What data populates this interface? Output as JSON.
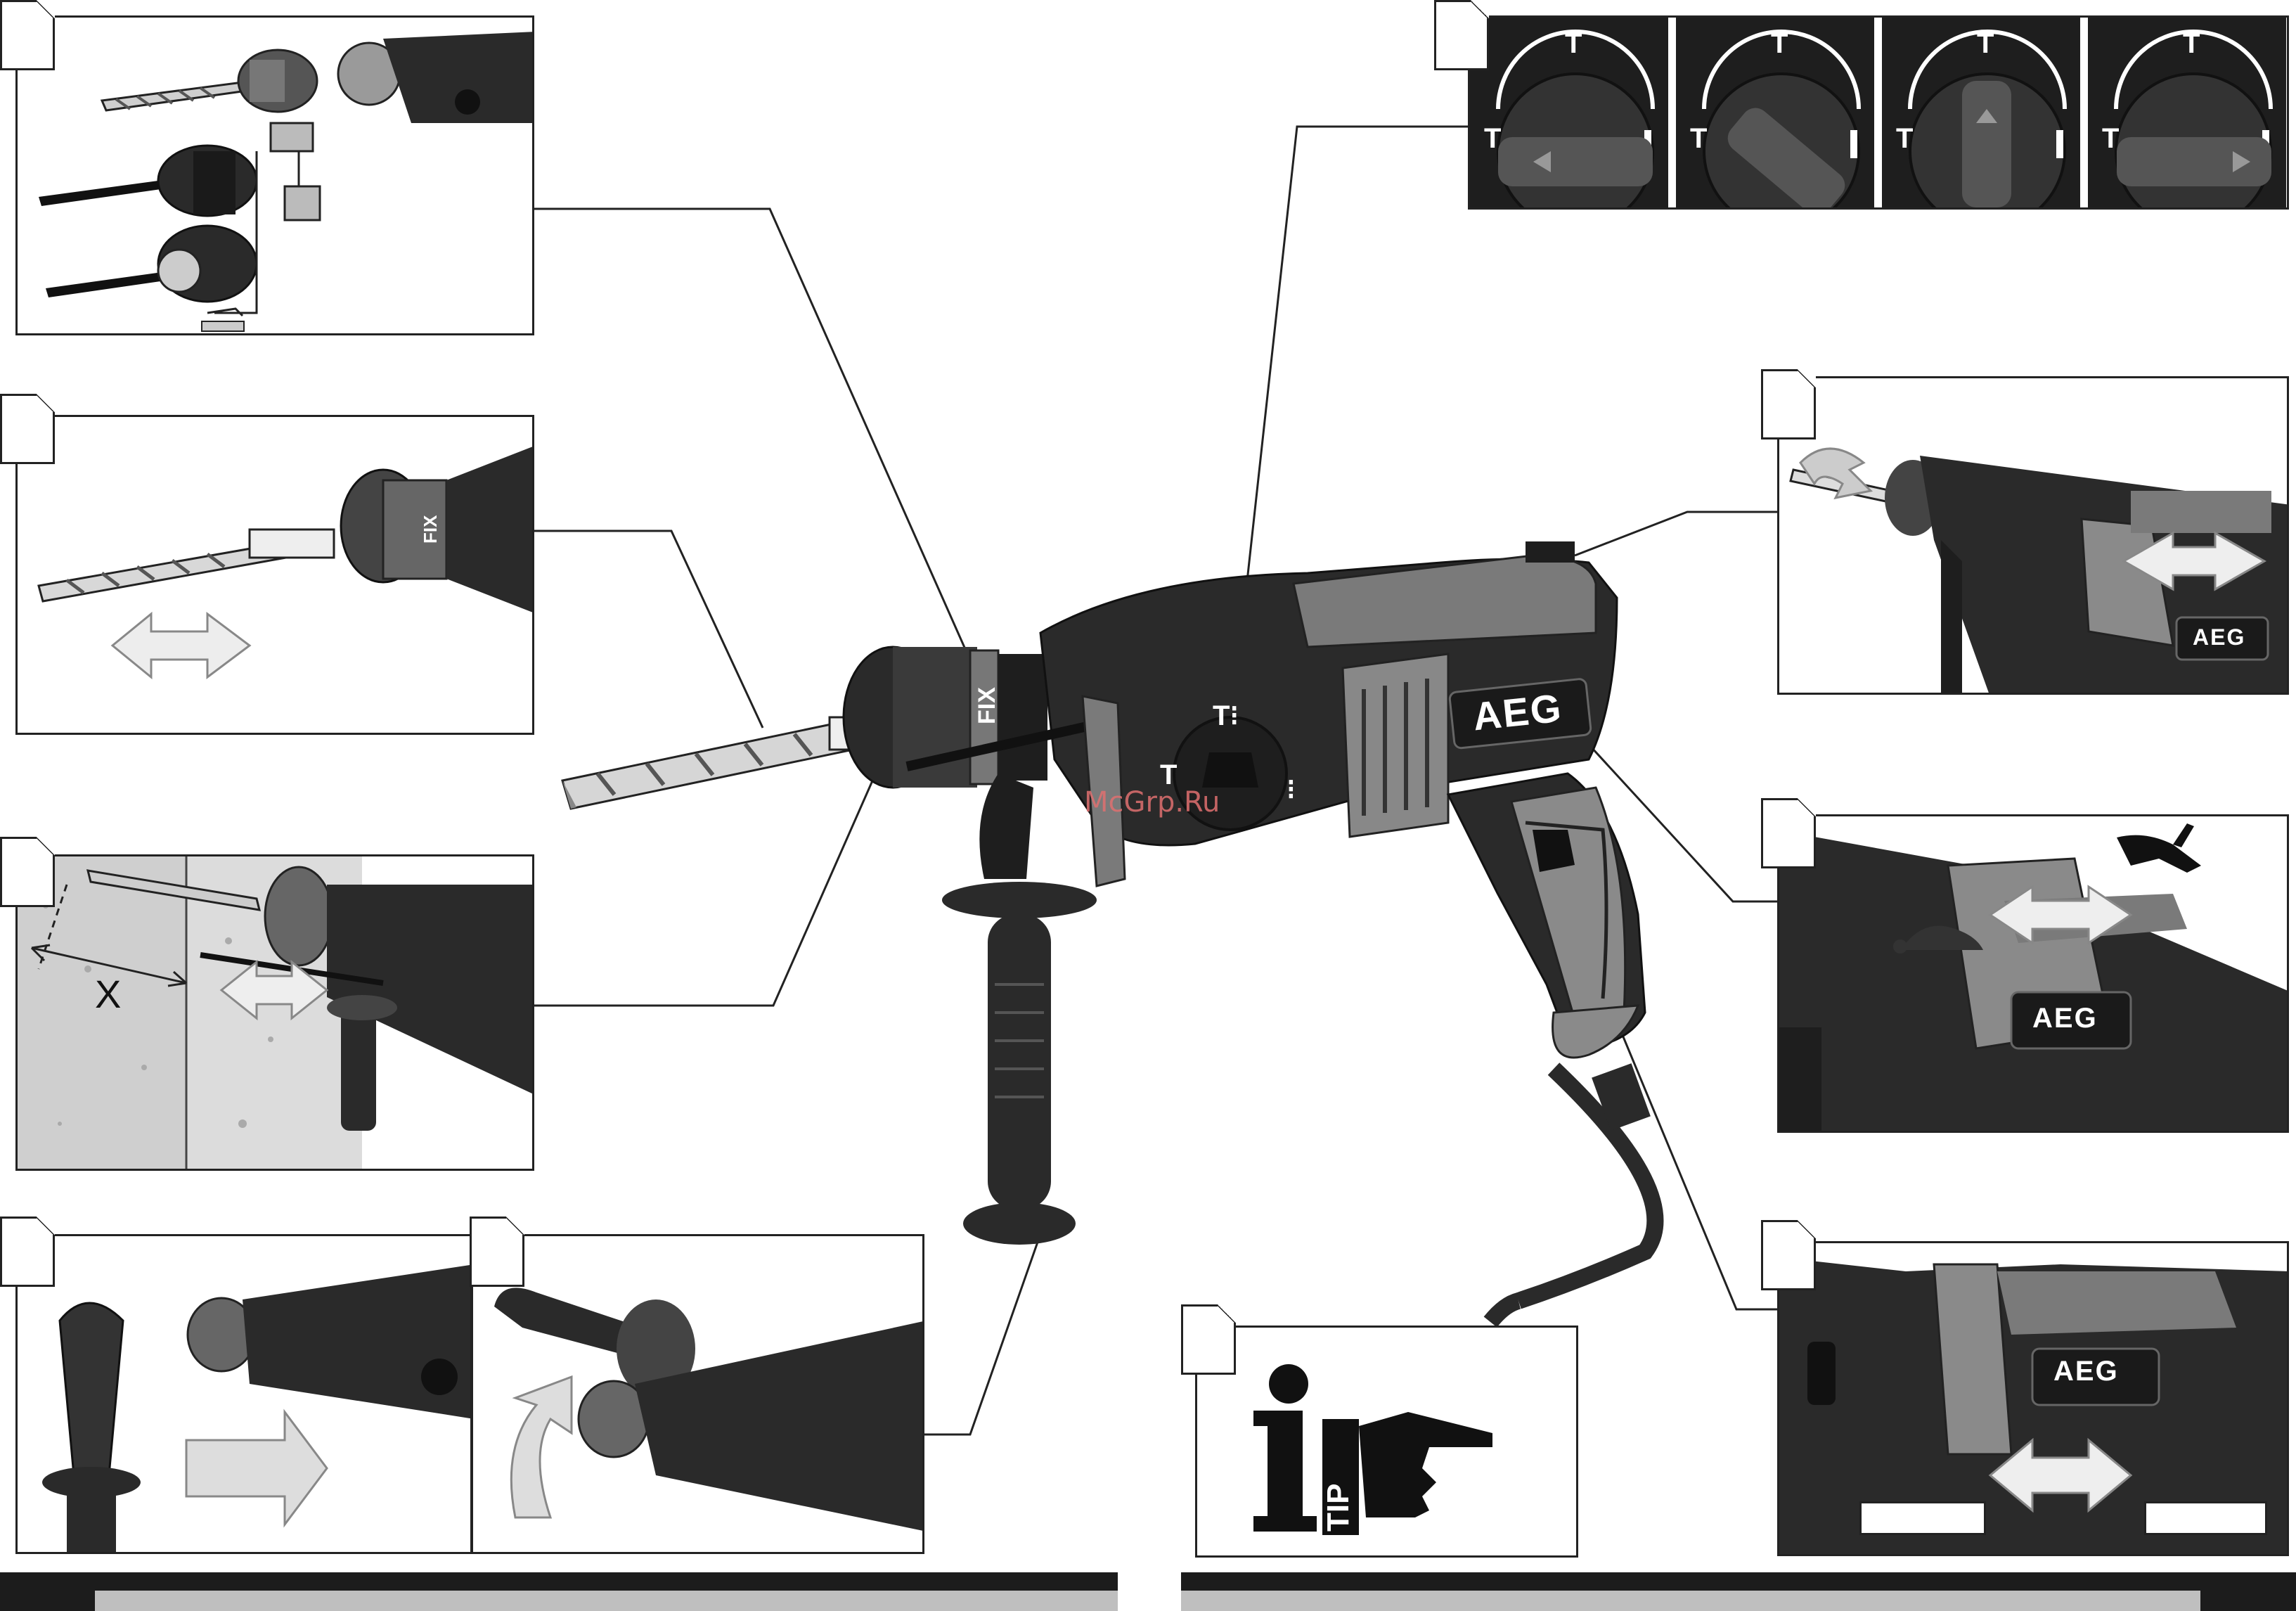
{
  "brand": {
    "logo_text": "AEG"
  },
  "watermark": {
    "text": "McGrp.Ru"
  },
  "dial": {
    "labels": {
      "hammer_drill": "T⁝",
      "chisel": "T",
      "drill": "⁝",
      "lock": "↳"
    }
  },
  "chuck": {
    "fix_text": "FIX"
  },
  "depth_gauge": {
    "label": "X"
  },
  "tip_panel": {
    "info_glyph": "i",
    "tip_text": "TIP"
  },
  "colors": {
    "tool_body": "#2a2a2a",
    "tool_accent": "#8a8a8a",
    "frame_border": "#222222",
    "footer_dark": "#1c1c1c",
    "footer_light": "#bfbfbf"
  }
}
